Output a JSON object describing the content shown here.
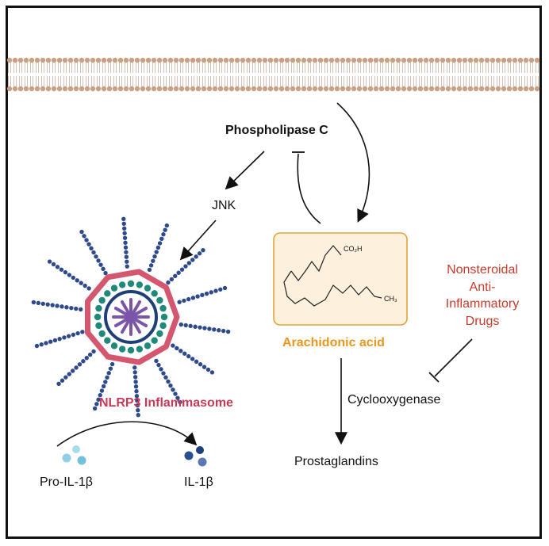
{
  "labels": {
    "phospholipase_c": "Phospholipase C",
    "jnk": "JNK",
    "arachidonic_acid": "Arachidonic acid",
    "nlrp3": "NLRP3 Inflammasome",
    "cyclooxygenase": "Cyclooxygenase",
    "prostaglandins": "Prostaglandins",
    "pro_il1b": "Pro-IL-1β",
    "il1b": "IL-1β",
    "nsaids": "Nonsteroidal Anti-Inflammatory Drugs",
    "co2h": "CO₂H",
    "ch3": "CH₃"
  },
  "colors": {
    "membrane_head": "#c9a083",
    "aa_box_fill": "#fdf0dc",
    "aa_box_border": "#e8a23a",
    "aa_label": "#e8971d",
    "nlrp3_label": "#c73a57",
    "nsaid_label": "#c73a2c",
    "inflammasome_chain": "#2f4a8a",
    "inflammasome_ring": "#d4566f",
    "inflammasome_inner": "#1f8a7a",
    "inflammasome_core": "#7a55a8",
    "pro_il1b_bead": "#8fd0e6",
    "il1b_bead": "#2a4f8f"
  }
}
